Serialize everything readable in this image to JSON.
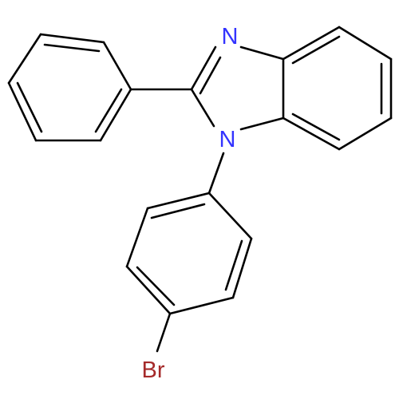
{
  "molecule": {
    "atom_labels": {
      "n_imine": "N",
      "n_aryl": "N",
      "bromine": "Br"
    },
    "colors": {
      "nitrogen": "#3333ff",
      "bromine": "#a52a2a",
      "bond": "#000000",
      "background": "#ffffff"
    }
  }
}
